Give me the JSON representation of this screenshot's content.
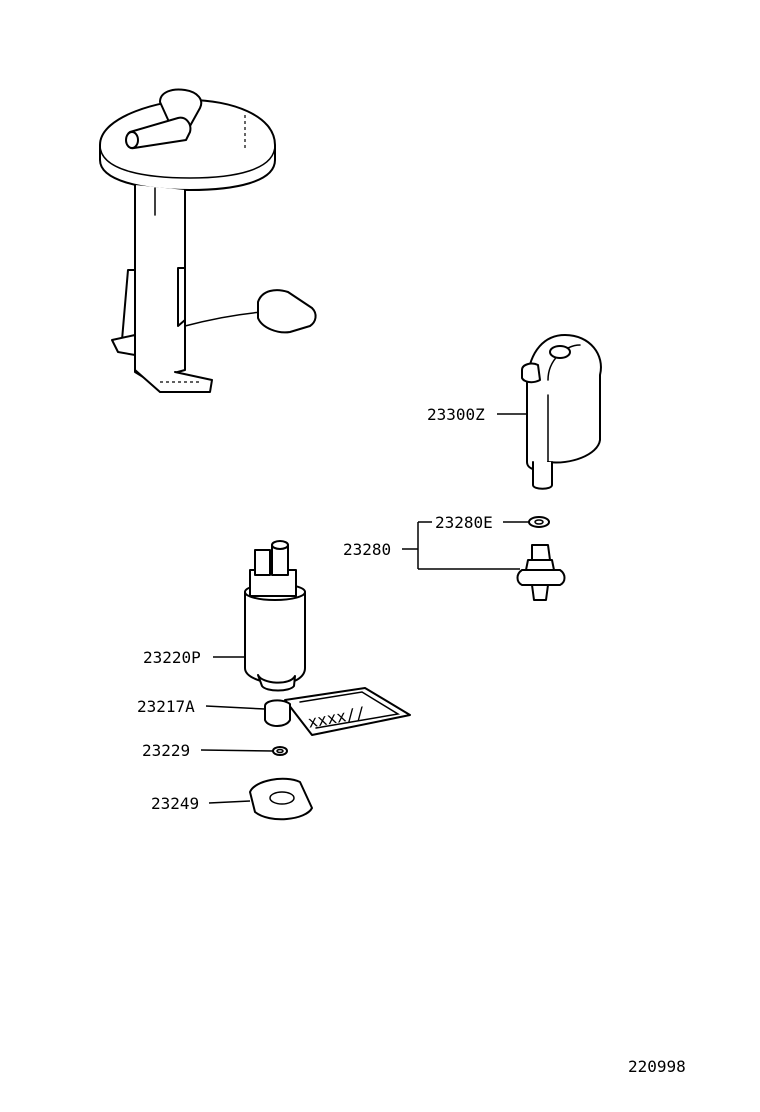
{
  "labels": {
    "filter": "23300Z",
    "regulator_group": "23280",
    "oring": "23280E",
    "pump": "23220P",
    "strainer": "23217A",
    "washer": "23229",
    "bracket": "23249",
    "diagram_code": "220998"
  }
}
